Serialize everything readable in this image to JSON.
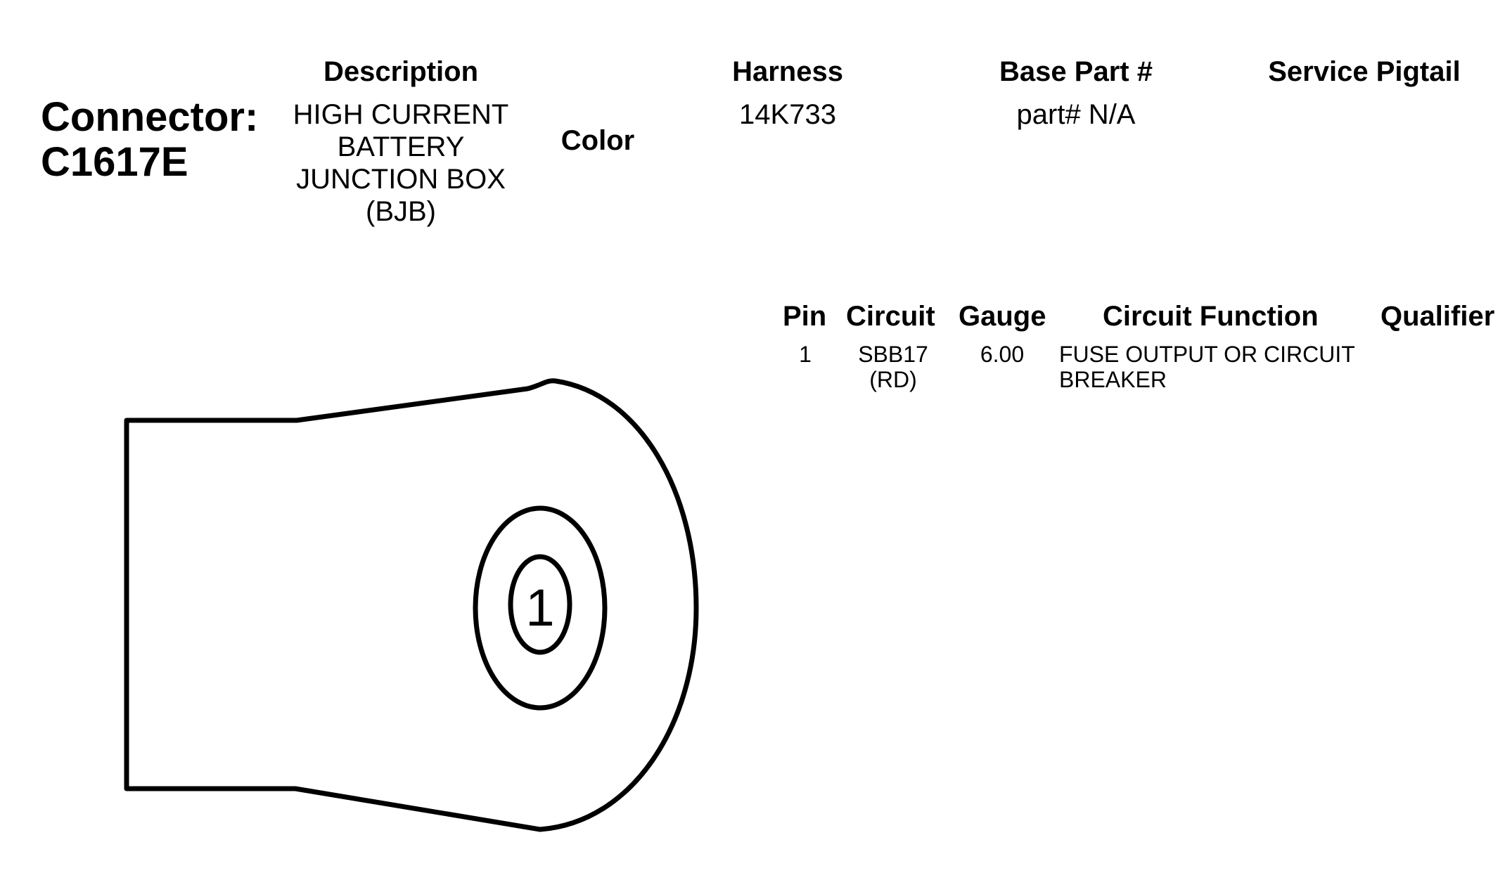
{
  "connector": {
    "label": "Connector:",
    "id": "C1617E"
  },
  "headers": {
    "description": "Description",
    "color": "Color",
    "harness": "Harness",
    "base_part": "Base Part #",
    "service_pigtail": "Service Pigtail"
  },
  "values": {
    "description_lines": [
      "HIGH CURRENT",
      "BATTERY",
      "JUNCTION BOX",
      "(BJB)"
    ],
    "harness": "14K733",
    "base_part": "part# N/A"
  },
  "pin_table": {
    "columns": [
      "Pin",
      "Circuit",
      "Gauge",
      "Circuit Function",
      "Qualifier"
    ],
    "rows": [
      {
        "pin": "1",
        "circuit_lines": [
          "SBB17",
          "(RD)"
        ],
        "gauge": "6.00",
        "function_lines": [
          "FUSE OUTPUT OR CIRCUIT",
          "BREAKER"
        ],
        "qualifier": ""
      }
    ]
  },
  "drawing": {
    "pin_label": "1",
    "stroke_color": "#000000",
    "fill_color": "#ffffff"
  }
}
